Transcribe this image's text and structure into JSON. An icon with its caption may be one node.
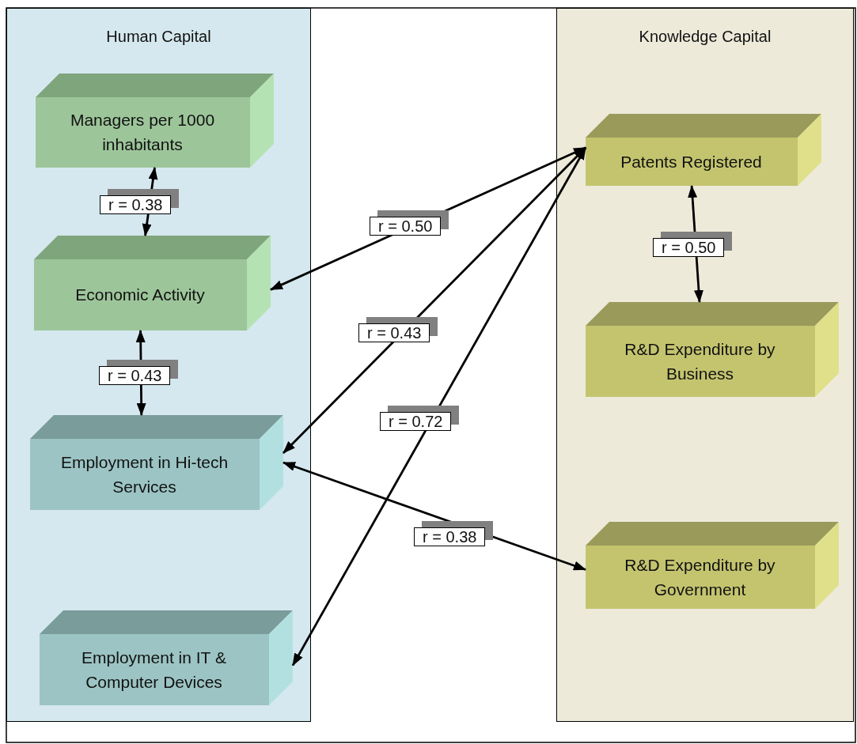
{
  "diagram": {
    "nodes": [
      {
        "text": [
          "Human Capital"
        ]
      },
      {
        "text": [
          "Managers per 1000 inhabitants"
        ],
        "in": 0
      },
      {
        "text": [
          "Economic Activity"
        ],
        "in": 0
      },
      {
        "text": [
          "Employment in Hi-tech Services"
        ],
        "in": 0
      },
      {
        "text": [
          "Employment in IT & Computer Devices"
        ],
        "in": 0
      },
      {
        "text": [
          "Knowledge Capital"
        ]
      },
      {
        "text": [
          "Patents Registered"
        ],
        "in": 5
      },
      {
        "text": [
          "R&D Expenditure by Business"
        ],
        "in": 5
      },
      {
        "text": [
          "R&D Expenditure by Government"
        ],
        "in": 5
      }
    ],
    "edges": [
      {
        "from": 1,
        "to": 2,
        "arrow": "both",
        "label": "r = 0.38"
      },
      {
        "from": 2,
        "to": 3,
        "arrow": "both",
        "label": "r = 0.43"
      },
      {
        "from": 6,
        "to": 2,
        "arrow": "both",
        "label": "r = 0.50"
      },
      {
        "from": 6,
        "to": 3,
        "arrow": "both",
        "label": "r = 0.43"
      },
      {
        "from": 6,
        "to": 4,
        "arrow": "both",
        "label": "r = 0.72"
      },
      {
        "from": 6,
        "to": 7,
        "arrow": "both",
        "label": "r = 0.50"
      },
      {
        "from": 3,
        "to": 8,
        "arrow": "both",
        "label": "r = 0.38"
      }
    ]
  }
}
